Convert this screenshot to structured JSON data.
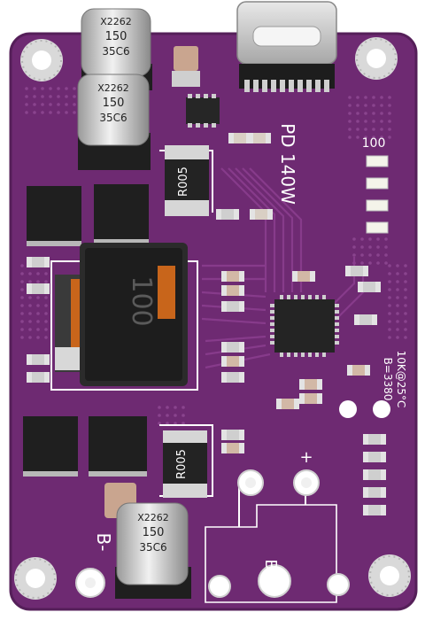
{
  "scene": {
    "subject": "Purple PCB power module",
    "colors": {
      "board": "#6e2a72",
      "board_dark": "#551f59",
      "silkscreen": "#ffffff",
      "metal": "#c9c9c9",
      "chip": "#2a2a2a",
      "inductor_core": "#c8651b",
      "led": "#f4f4ea"
    }
  },
  "labels": {
    "power_rating": "PD 140W",
    "led_group": "100",
    "thermistor_spec_1": "10K@25°C",
    "thermistor_spec_2": "B=3380",
    "battery_negative": "B-",
    "battery_positive": "B+",
    "plus_sign": "+"
  },
  "components": {
    "inductor_marking": "100",
    "resistor_marking": "R005",
    "capacitor_marking": {
      "line1": "X2262",
      "line2": "150",
      "line3": "35C6"
    }
  }
}
